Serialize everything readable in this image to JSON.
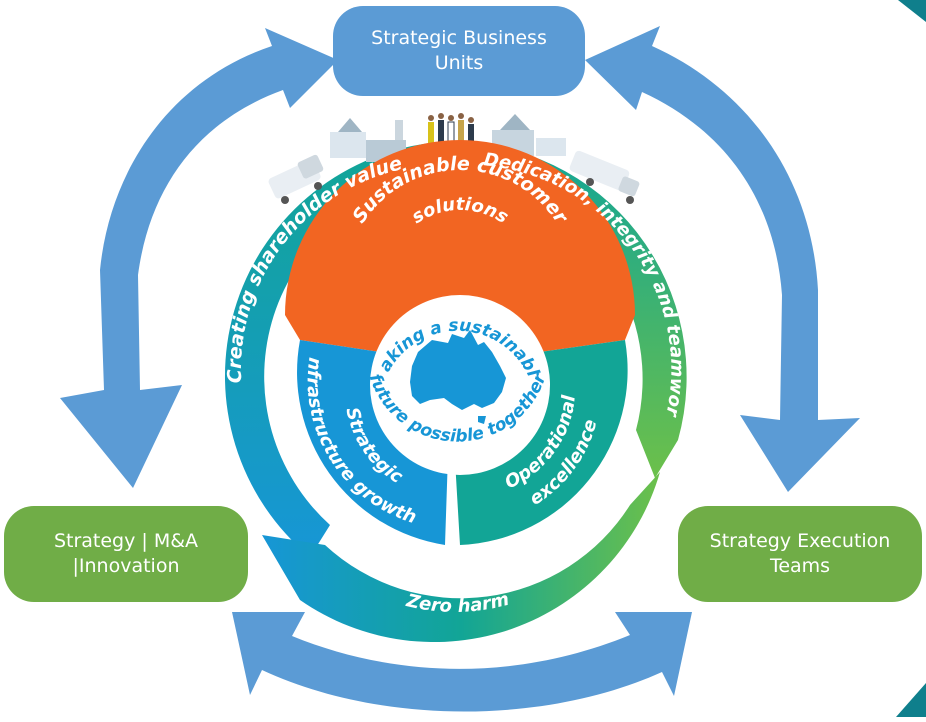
{
  "boxes": {
    "top": {
      "line1": "Strategic Business",
      "line2": "Units"
    },
    "left": {
      "line1": "Strategy | M&A",
      "line2": "|Innovation"
    },
    "right": {
      "line1": "Strategy Execution",
      "line2": "Teams"
    }
  },
  "outer_ring": {
    "left": "Creating shareholder value",
    "right": "Dedication, integrity and teamwork",
    "bottom": "Zero harm"
  },
  "inner_ring": {
    "top": {
      "line1": "Sustainable customer",
      "line2": "solutions"
    },
    "left": {
      "line1": "Strategic",
      "line2": "infrastructure growth"
    },
    "right": {
      "line1": "Operational",
      "line2": "excellence"
    }
  },
  "center": {
    "line1": "Making a sustainable",
    "line2": "future possible together"
  },
  "colors": {
    "box_blue": "#5b9bd5",
    "box_green": "#70ad47",
    "arrow_blue": "#5b9bd5",
    "ring_blue": "#1796d6",
    "ring_teal": "#10a894",
    "ring_green": "#6cc04a",
    "segment_orange": "#f26522",
    "segment_blue": "#1796d6",
    "segment_teal": "#12a596",
    "australia": "#1796d6"
  }
}
